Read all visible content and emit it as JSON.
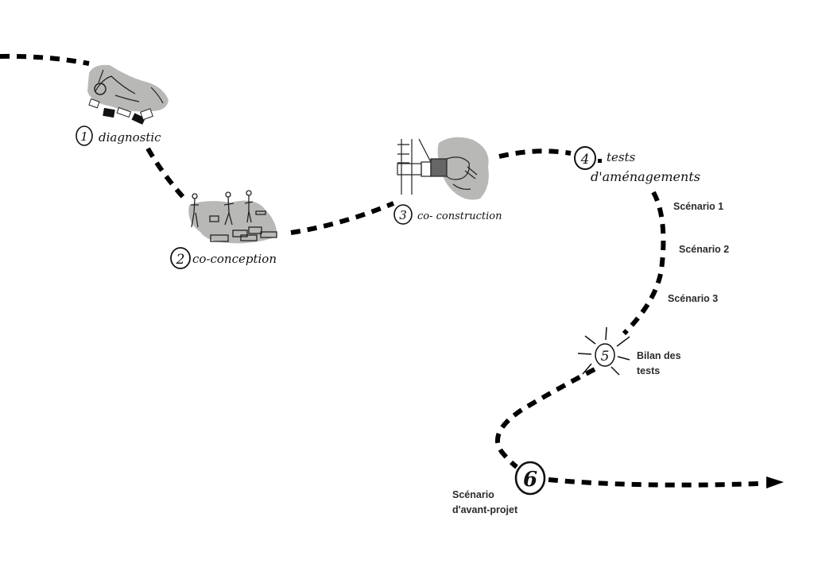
{
  "title": "Démarche de projet",
  "colors": {
    "path": "#000000",
    "illustration_fill": "#b8b9b6",
    "text": "#2b2b2b",
    "background": "#ffffff"
  },
  "steps": [
    {
      "number": "1",
      "label": "diagnostic",
      "illustration": "hands-with-cards-sketch"
    },
    {
      "number": "2",
      "label": "co-conception",
      "illustration": "people-with-blocks-sketch"
    },
    {
      "number": "3",
      "label": "co- construction",
      "illustration": "drill-sketch"
    },
    {
      "number": "4",
      "label_line1": "tests",
      "label_line2": "d'aménagements"
    },
    {
      "number": "5",
      "label_line1": "Bilan des",
      "label_line2": "tests",
      "icon": "sun-burst-icon"
    },
    {
      "number": "6",
      "label_line1": "Scénario",
      "label_line2": "d'avant-projet"
    }
  ],
  "scenarios": [
    "Scénario 1",
    "Scénario 2",
    "Scénario 3"
  ],
  "end_marker": "arrow-right-icon"
}
